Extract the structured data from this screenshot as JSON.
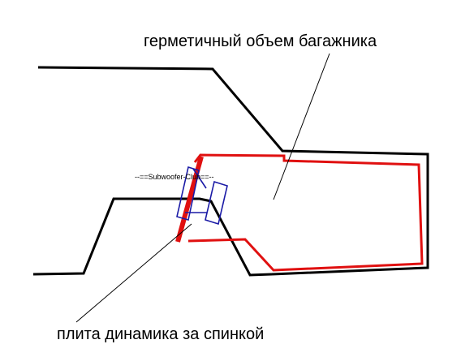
{
  "labels": {
    "trunk_volume": "герметичный объем багажника",
    "speaker_board": "плита динамика за спинкой",
    "watermark": "--==Subwoofer-Club==--"
  },
  "colors": {
    "body_outline": "#000000",
    "enclosure": "#e01010",
    "speaker": "#1a1aa6",
    "background": "#ffffff"
  }
}
